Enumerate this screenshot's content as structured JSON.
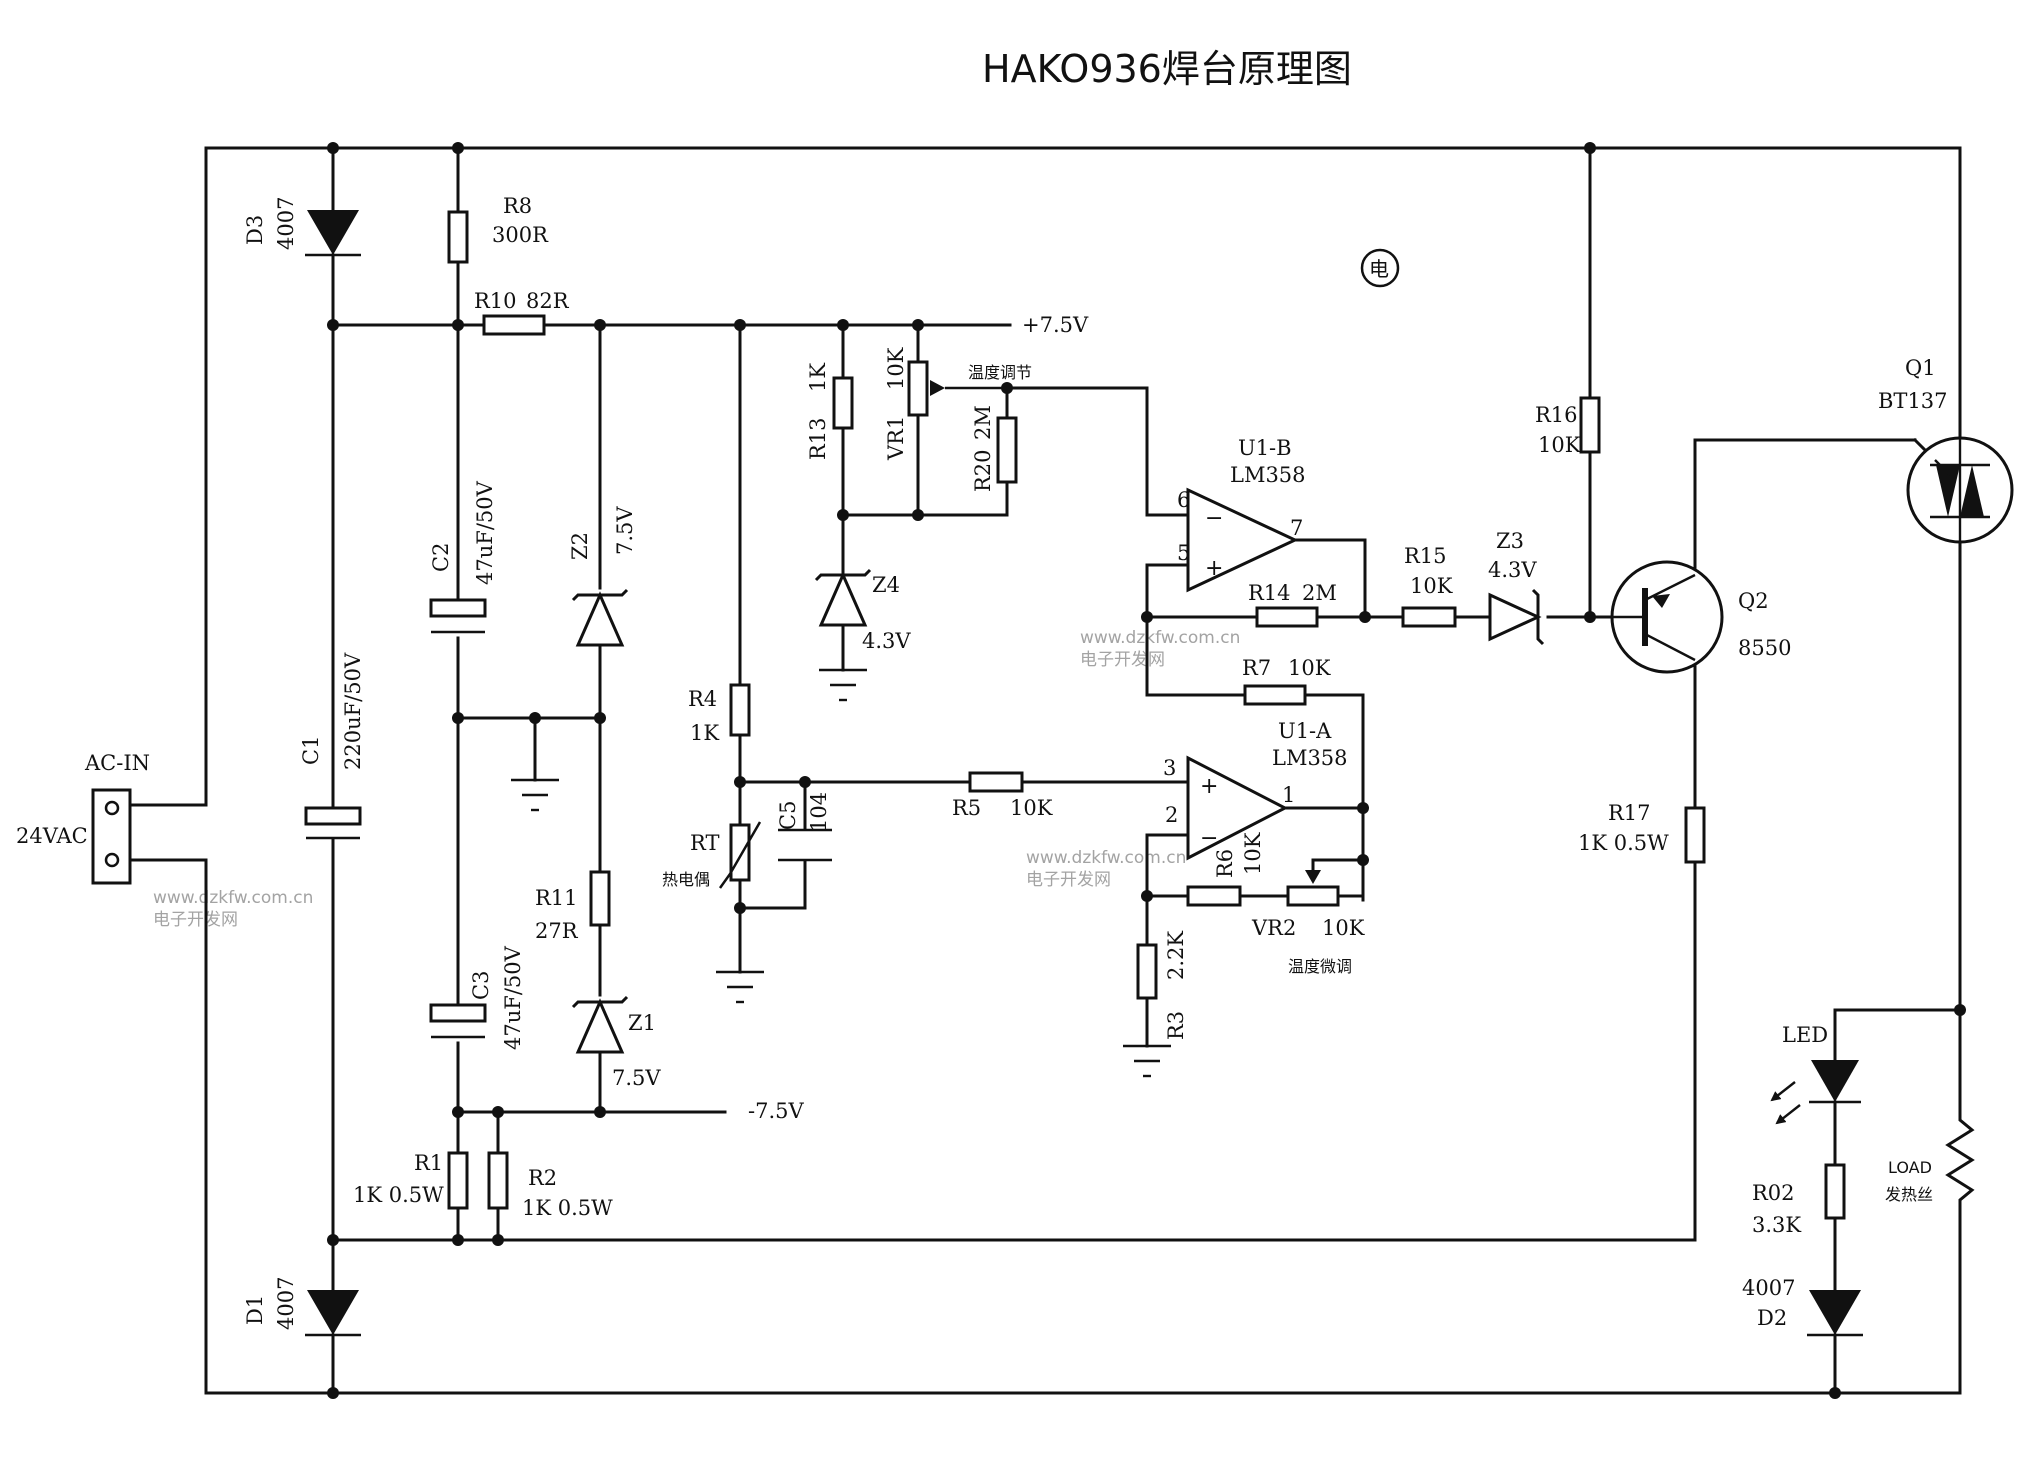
{
  "title": "HAKO936焊台原理图",
  "watermark": {
    "site": "www.dzkfw.com.cn",
    "name": "电子开发网"
  },
  "logo_text": "电",
  "connector": {
    "ref": "AC-IN",
    "value": "24VAC"
  },
  "rails": {
    "positive": "+7.5V",
    "negative": "-7.5V"
  },
  "components": {
    "D3": {
      "ref": "D3",
      "value": "4007"
    },
    "D1": {
      "ref": "D1",
      "value": "4007"
    },
    "D2": {
      "ref": "D2",
      "value": "4007"
    },
    "R8": {
      "ref": "R8",
      "value": "300R"
    },
    "R10": {
      "ref": "R10",
      "value": "82R"
    },
    "C1": {
      "ref": "C1",
      "value": "220uF/50V"
    },
    "C2": {
      "ref": "C2",
      "value": "47uF/50V"
    },
    "C3": {
      "ref": "C3",
      "value": "47uF/50V"
    },
    "Z2": {
      "ref": "Z2",
      "value": "7.5V"
    },
    "Z1": {
      "ref": "Z1",
      "value": "7.5V"
    },
    "Z4": {
      "ref": "Z4",
      "value": "4.3V"
    },
    "Z3": {
      "ref": "Z3",
      "value": "4.3V"
    },
    "R11": {
      "ref": "R11",
      "value": "27R"
    },
    "R1": {
      "ref": "R1",
      "value": "1K 0.5W"
    },
    "R2": {
      "ref": "R2",
      "value": "1K 0.5W"
    },
    "R13": {
      "ref": "R13",
      "value": "1K"
    },
    "VR1": {
      "ref": "VR1",
      "value": "10K",
      "note": "温度调节"
    },
    "R20": {
      "ref": "R20",
      "value": "2M"
    },
    "R4": {
      "ref": "R4",
      "value": "1K"
    },
    "RT": {
      "ref": "RT",
      "note": "热电偶"
    },
    "C5": {
      "ref": "C5",
      "value": "104"
    },
    "R5": {
      "ref": "R5",
      "value": "10K"
    },
    "U1B": {
      "ref": "U1-B",
      "value": "LM358",
      "pins": [
        "6",
        "5",
        "7"
      ]
    },
    "U1A": {
      "ref": "U1-A",
      "value": "LM358",
      "pins": [
        "3",
        "2",
        "1"
      ]
    },
    "R14": {
      "ref": "R14",
      "value": "2M"
    },
    "R7": {
      "ref": "R7",
      "value": "10K"
    },
    "R6": {
      "ref": "R6",
      "value": "10K"
    },
    "VR2": {
      "ref": "VR2",
      "value": "10K",
      "note": "温度微调"
    },
    "R3": {
      "ref": "R3",
      "value": "2.2K"
    },
    "R15": {
      "ref": "R15",
      "value": "10K"
    },
    "R16": {
      "ref": "R16",
      "value": "10K"
    },
    "R17": {
      "ref": "R17",
      "value": "1K 0.5W"
    },
    "Q1": {
      "ref": "Q1",
      "value": "BT137"
    },
    "Q2": {
      "ref": "Q2",
      "value": "8550"
    },
    "LED": {
      "ref": "LED"
    },
    "R02": {
      "ref": "R02",
      "value": "3.3K"
    },
    "LOAD": {
      "ref": "LOAD",
      "note": "发热丝"
    }
  }
}
